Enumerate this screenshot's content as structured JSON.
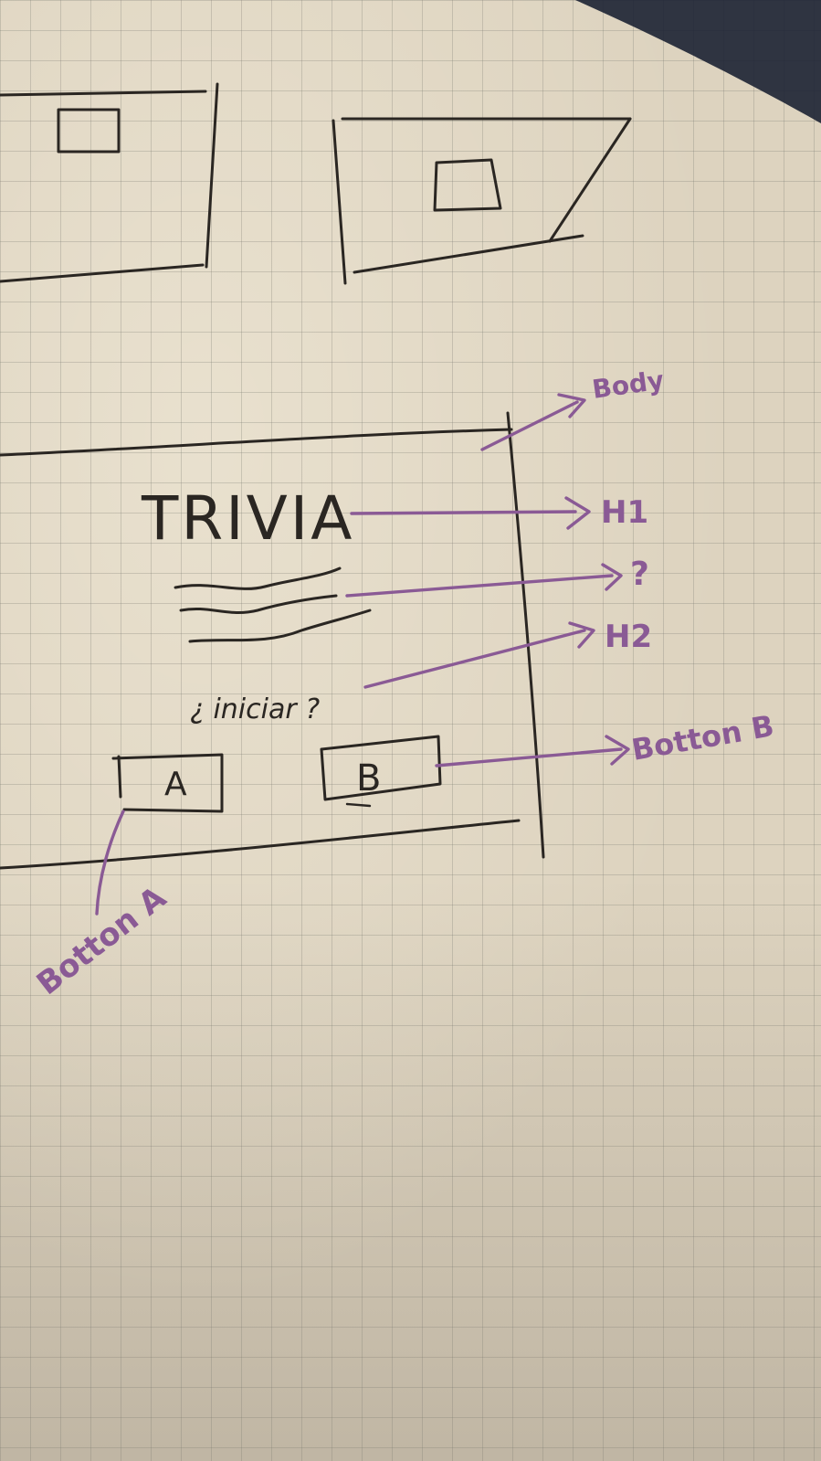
{
  "sketch": {
    "title": "TRIVIA",
    "subtitle": "¿ iniciar ?",
    "button_a_label": "A",
    "button_b_label": "B"
  },
  "annotations": {
    "body": "Body",
    "h1": "H1",
    "question": "?",
    "h2": "H2",
    "button_b": "Botton B",
    "button_a": "Botton A"
  },
  "colors": {
    "ink": "#2a2622",
    "annotation": "#8a5a95",
    "paper": "#ddd3bf"
  }
}
